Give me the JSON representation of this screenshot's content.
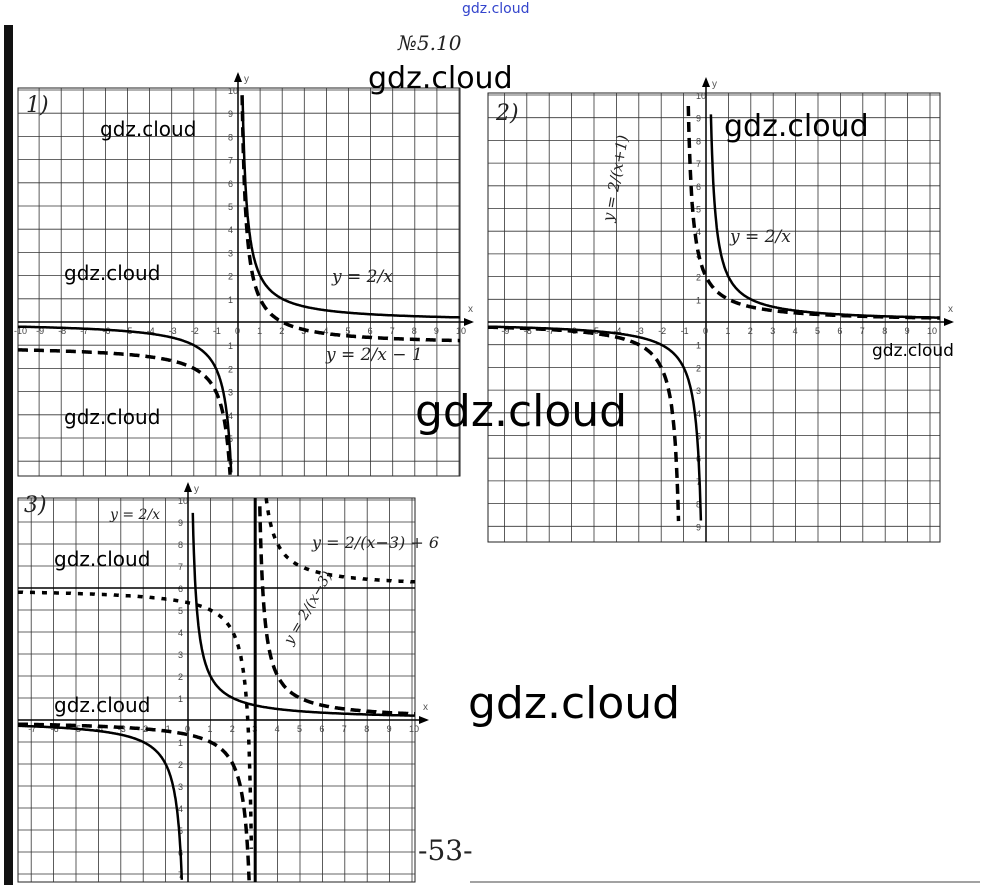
{
  "header_watermark": "gdz.cloud",
  "problem_number": "№5.10",
  "page_number": "-53-",
  "watermarks": [
    "gdz.cloud",
    "gdz.cloud",
    "gdz.cloud",
    "gdz.cloud",
    "gdz.cloud",
    "gdz.cloud",
    "gdz.cloud",
    "gdz.cloud",
    "gdz.cloud",
    "gdz.cloud",
    "gdz.cloud"
  ],
  "graphs": [
    {
      "label": "1)",
      "axis_x": "x",
      "axis_y": "y",
      "curves": [
        {
          "equation": "y = 2/x",
          "a": 2,
          "h": 0,
          "k": 0,
          "style": "solid"
        },
        {
          "equation": "y = 2/x − 1",
          "a": 2,
          "h": 0,
          "k": -1,
          "style": "dashed"
        }
      ]
    },
    {
      "label": "2)",
      "axis_x": "x",
      "axis_y": "y",
      "curves": [
        {
          "equation": "y = 2/x",
          "a": 2,
          "h": 0,
          "k": 0,
          "style": "solid"
        },
        {
          "equation": "y = 2/(x+1)",
          "a": 2,
          "h": -1,
          "k": 0,
          "style": "dashed"
        }
      ]
    },
    {
      "label": "3)",
      "axis_x": "x",
      "axis_y": "y",
      "curves": [
        {
          "equation": "y = 2/x",
          "a": 2,
          "h": 0,
          "k": 0,
          "style": "solid"
        },
        {
          "equation": "y = 2/(x−3)",
          "a": 2,
          "h": 3,
          "k": 0,
          "style": "dashed"
        },
        {
          "equation": "y = 2/(x−3) + 6",
          "a": 2,
          "h": 3,
          "k": 6,
          "style": "dotted"
        }
      ],
      "asymptotes": {
        "x": 3,
        "y": 6
      }
    }
  ]
}
